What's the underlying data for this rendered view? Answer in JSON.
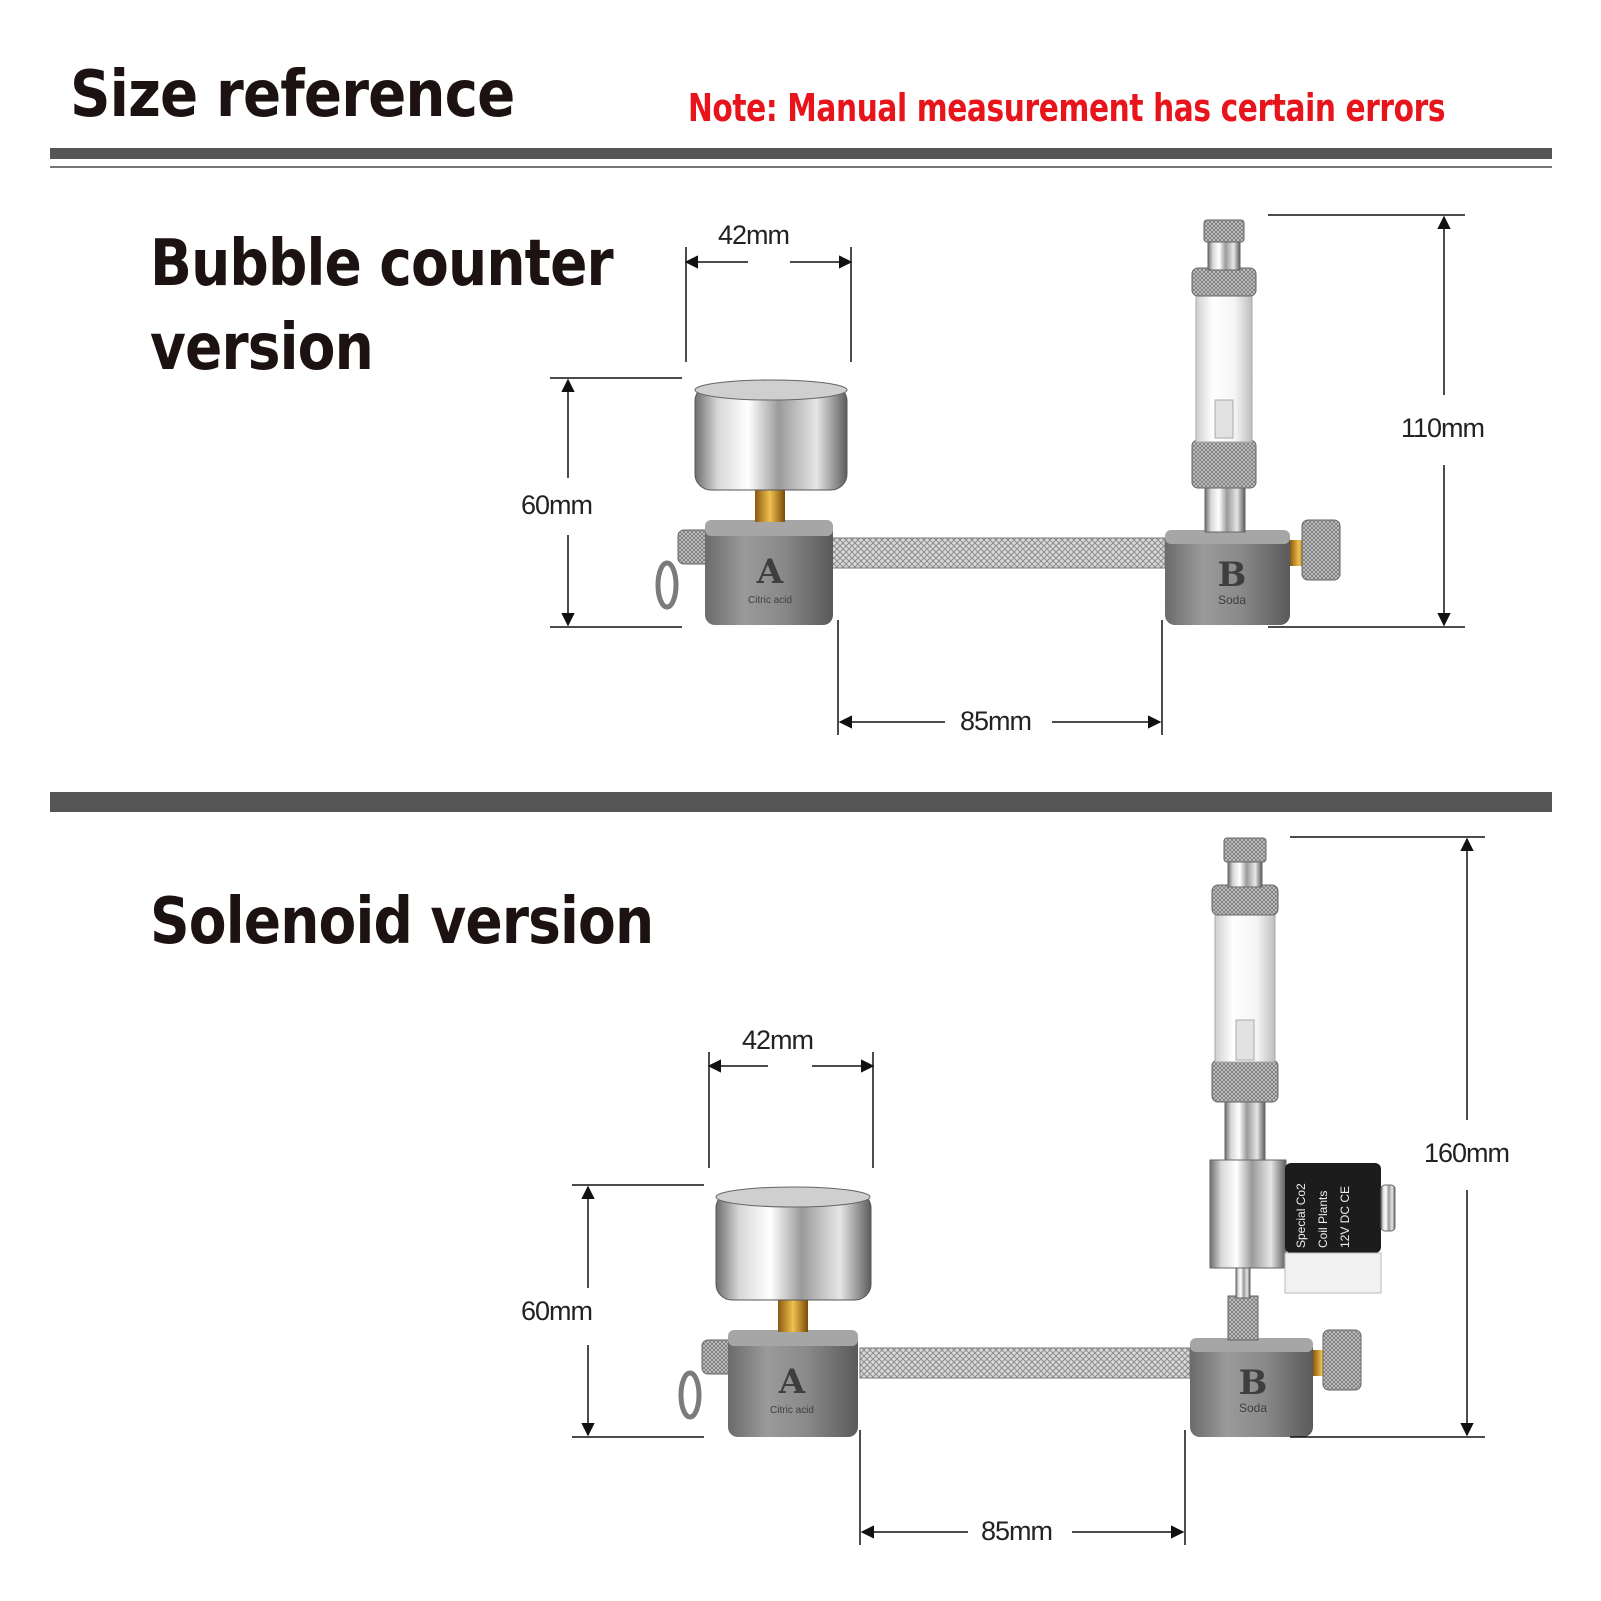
{
  "header": {
    "title": "Size reference",
    "note": "Note: Manual measurement has certain errors"
  },
  "colors": {
    "title": "#1d1212",
    "note": "#e8141b",
    "divider": "#555555"
  },
  "sections": [
    {
      "title_line1": "Bubble counter",
      "title_line2": "version",
      "dimensions": {
        "width": "42mm",
        "height": "60mm",
        "span": "85mm",
        "total_height": "110mm"
      },
      "labels": {
        "a_letter": "A",
        "a_sub": "Citric acid",
        "b_letter": "B",
        "b_sub": "Soda"
      }
    },
    {
      "title": "Solenoid version",
      "dimensions": {
        "width": "42mm",
        "height": "60mm",
        "span": "85mm",
        "total_height": "160mm"
      },
      "labels": {
        "a_letter": "A",
        "a_sub": "Citric acid",
        "b_letter": "B",
        "b_sub": "Soda"
      },
      "solenoid_text": [
        "Special Co2",
        "Coil Plants",
        "12V  DC CE"
      ]
    }
  ]
}
